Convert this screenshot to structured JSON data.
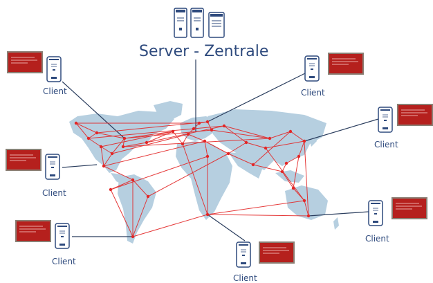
{
  "server": {
    "label": "Server - Zentrale",
    "icon": "server-rack-icon"
  },
  "clients": [
    {
      "label": "Client",
      "icon": "client-device-icon",
      "display_icon": "display-monitor-icon"
    },
    {
      "label": "Client",
      "icon": "client-device-icon",
      "display_icon": "display-monitor-icon"
    },
    {
      "label": "Client",
      "icon": "client-device-icon",
      "display_icon": "display-monitor-icon"
    },
    {
      "label": "Client",
      "icon": "client-device-icon",
      "display_icon": "display-monitor-icon"
    },
    {
      "label": "Client",
      "icon": "client-device-icon",
      "display_icon": "display-monitor-icon"
    },
    {
      "label": "Client",
      "icon": "client-device-icon",
      "display_icon": "display-monitor-icon"
    },
    {
      "label": "Client",
      "icon": "client-device-icon",
      "display_icon": "display-monitor-icon"
    }
  ],
  "colors": {
    "label_text": "#2e4a7d",
    "map_land": "#b6cfe0",
    "network_lines": "#e32626",
    "network_nodes": "#e32626",
    "connector_lines": "#2b3e5e",
    "display_red": "#b5201d",
    "display_frame": "#8a7f74"
  }
}
